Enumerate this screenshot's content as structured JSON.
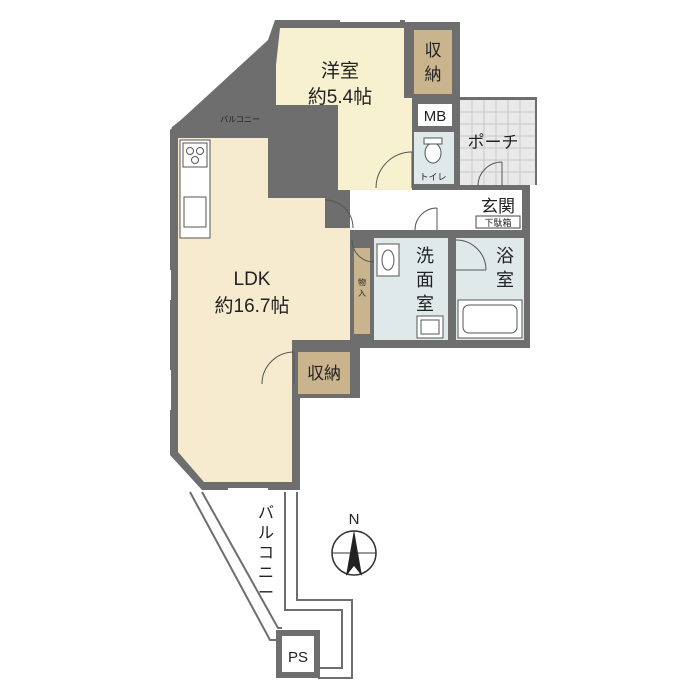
{
  "rooms": {
    "western_room": {
      "name": "洋室",
      "size": "約5.4帖"
    },
    "ldk": {
      "name": "LDK",
      "size": "約16.7帖"
    },
    "storage_top_1": "収",
    "storage_top_2": "納",
    "storage_ldk": "収納",
    "mb": "MB",
    "porch": "ポーチ",
    "toilet": "トイレ",
    "entrance": "玄関",
    "shoe_box": "下駄箱",
    "washroom_1": "洗",
    "washroom_2": "面",
    "washroom_3": "室",
    "bath_1": "浴",
    "bath_2": "室",
    "closet_1": "物",
    "closet_2": "入",
    "balcony_small": "バルコニー",
    "balcony_main": [
      "バ",
      "ル",
      "コ",
      "ニ",
      "ー"
    ],
    "ps": "PS"
  },
  "compass": {
    "label": "N"
  },
  "colors": {
    "wall": "#6e6e6e",
    "ldk_floor": "#f6ebcf",
    "western_floor": "#f7f1cf",
    "storage_floor": "#c9b48e",
    "wet_floor": "#dfe9ea",
    "porch_tile": "#e4e4e4"
  }
}
